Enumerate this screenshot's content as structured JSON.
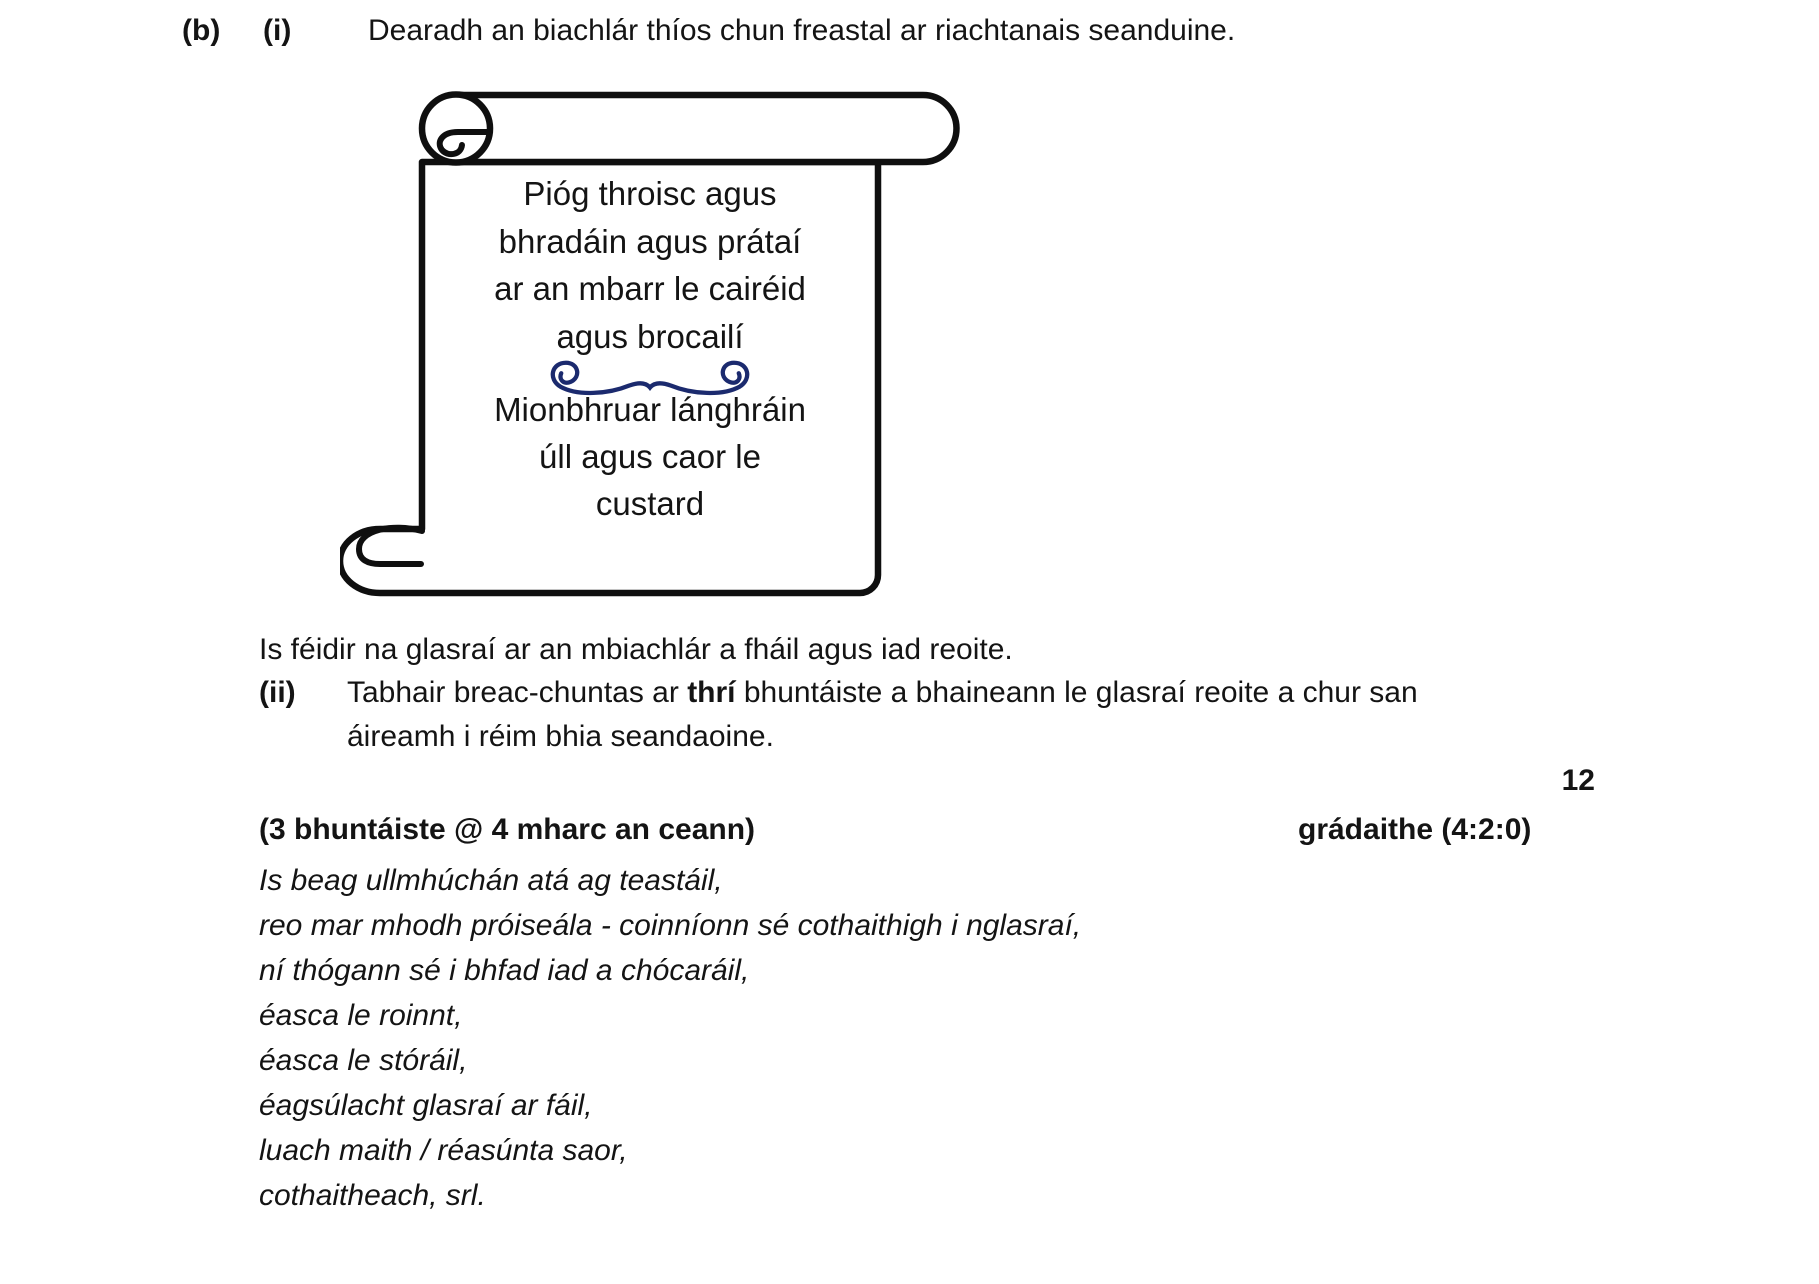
{
  "page": {
    "question_label": "(b)",
    "part_one_label": "(i)",
    "part_one_text": "Dearadh an biachlár thíos chun freastal ar riachtanais seanduine.",
    "note_text": "Is féidir na glasraí ar an mbiachlár a fháil agus iad reoite.",
    "part_two_label": "(ii)",
    "part_two_before_bold": "Tabhair breac-chuntas ar ",
    "part_two_bold_word": "thrí",
    "part_two_after_bold": " bhuntáiste a bhaineann le glasraí reoite a chur san",
    "part_two_line2": "áireamh i réim bhia seandaoine.",
    "marks_total": "12",
    "marks_scheme": "(3 bhuntáiste @ 4 mharc an ceann)",
    "grading": "grádaithe (4:2:0)",
    "answers": [
      "Is beag ullmhúchán atá ag teastáil,",
      "reo mar mhodh próiseála - coinníonn sé cothaithigh i nglasraí,",
      "ní thógann sé i bhfad iad a chócaráil,",
      "éasca le roinnt,",
      "éasca le stóráil,",
      "éagsúlacht glasraí ar fáil,",
      "luach maith / réasúnta saor,",
      "cothaitheach, srl."
    ]
  },
  "menu": {
    "top_lines": [
      "Pióg throisc agus",
      "bhradáin agus prátaí",
      "ar an mbarr le cairéid",
      "agus brocailí"
    ],
    "bottom_lines": [
      "Mionbhruar lánghráin",
      "úll agus caor le",
      "custard"
    ],
    "divider_color": "#1b2a6e",
    "scroll_stroke_color": "#0f0f0f"
  }
}
